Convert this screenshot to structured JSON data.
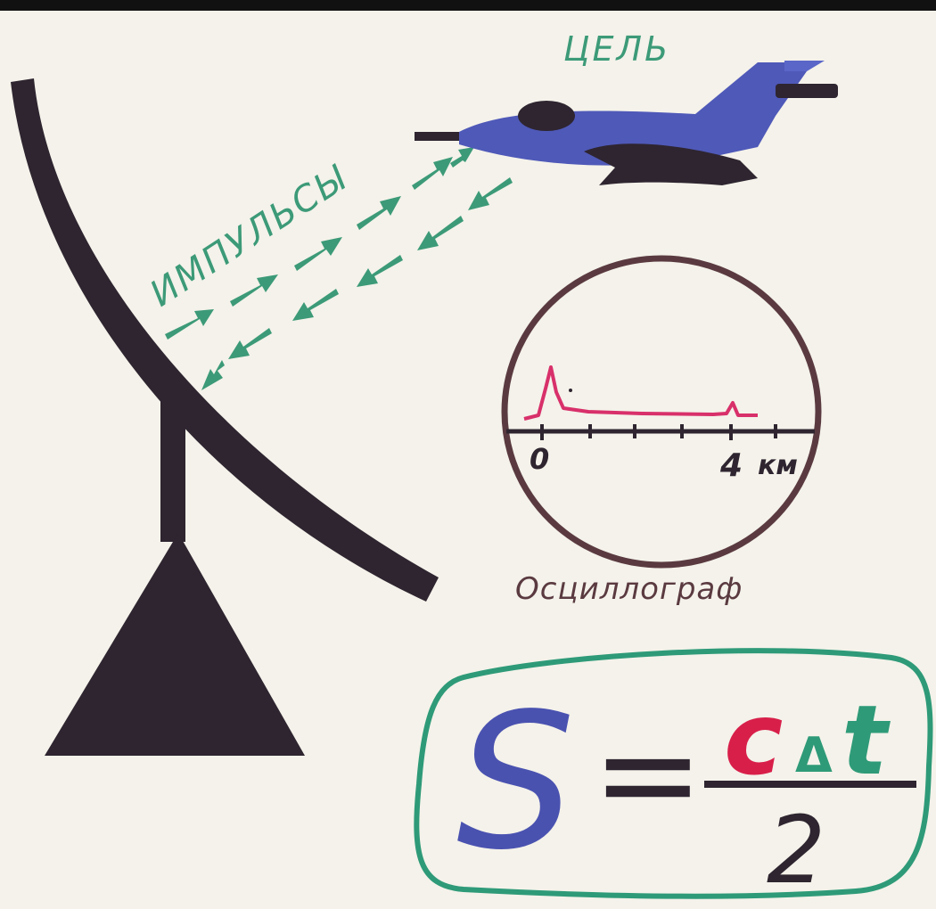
{
  "labels": {
    "target": "ЦЕЛЬ",
    "pulses": "ИМПУЛЬСЫ",
    "oscilloscope": "Осциллограф"
  },
  "scale": {
    "zero": "0",
    "four": "4",
    "unit": "км"
  },
  "formula": {
    "lhs": "S",
    "equals": "=",
    "c": "c",
    "delta": "Δ",
    "t": "t",
    "denominator": "2"
  },
  "colors": {
    "paper": "#f4f2ea",
    "antenna": "#2e2530",
    "arrows": "#3c9a78",
    "plane": "#4f59b8",
    "plane_dark": "#2e2530",
    "scope_circle": "#5a3a40",
    "pulse_trace": "#d8306a",
    "formula_s": "#4a52b0",
    "formula_c": "#d81f4a",
    "formula_frame": "#2e9a78",
    "text_green": "#3c9a78",
    "text_brown": "#5a3a40"
  }
}
